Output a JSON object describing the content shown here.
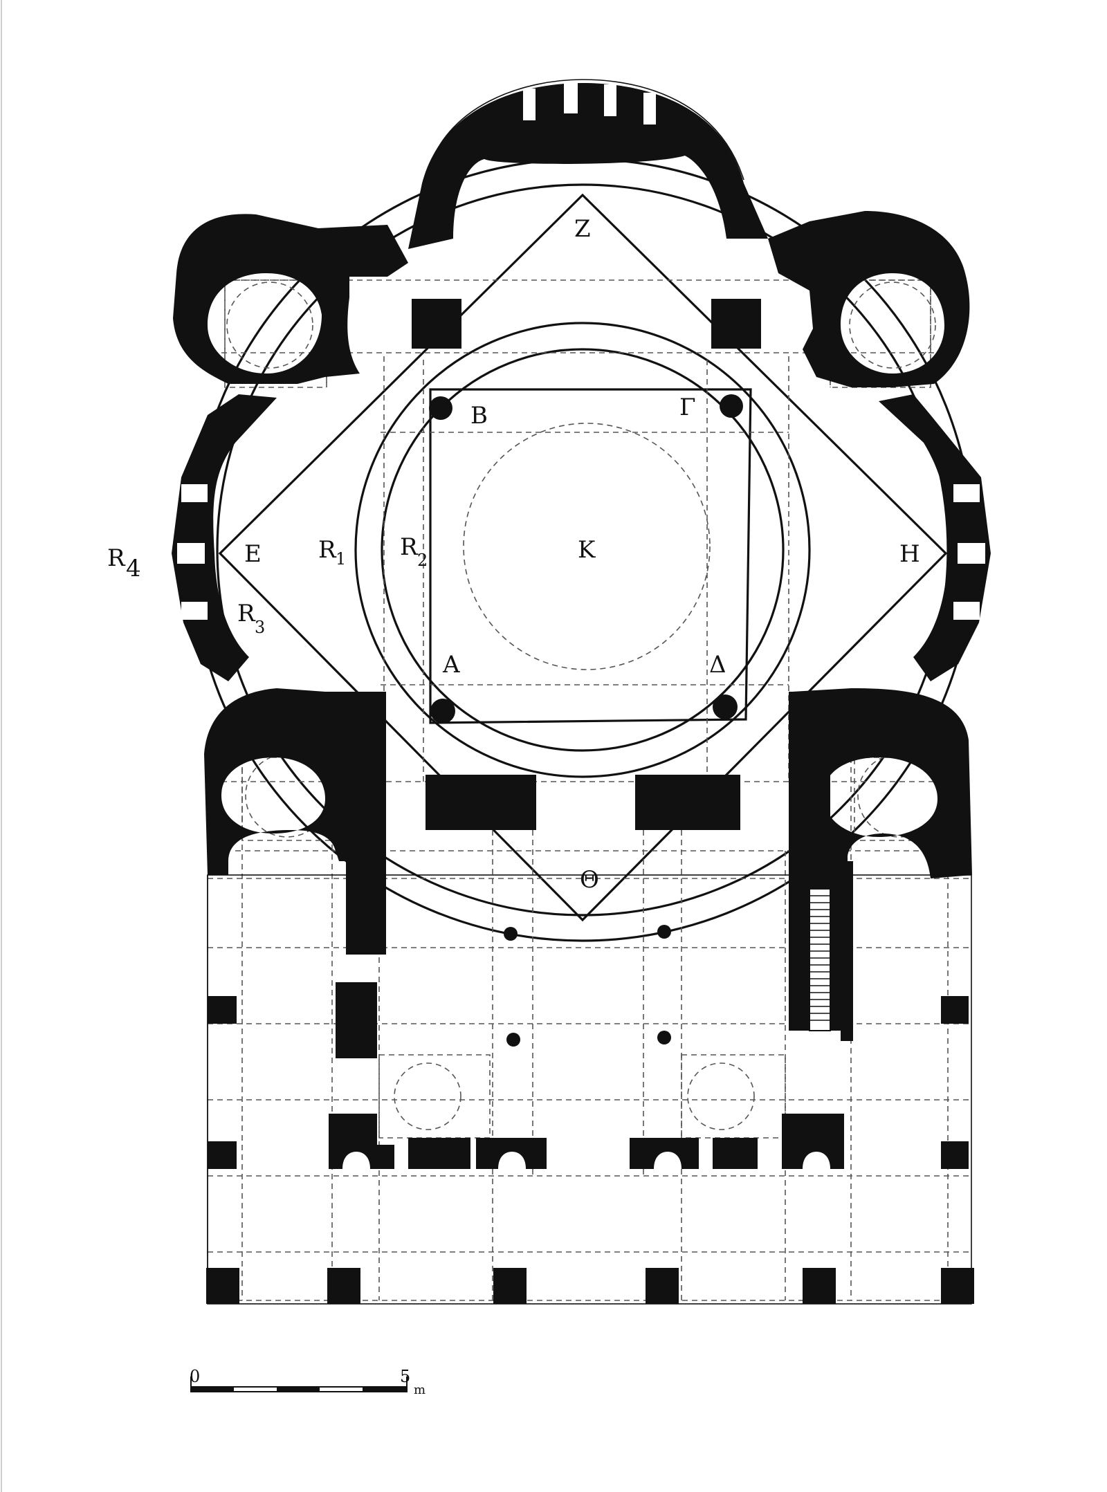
{
  "labels": {
    "Z": "Z",
    "B": "B",
    "G": "Γ",
    "E": "E",
    "R1_main": "R",
    "R1_sub": "1",
    "R2_main": "R",
    "R2_sub": "2",
    "K": "K",
    "H": "H",
    "R4_main": "R",
    "R4_sub": "4",
    "R3_main": "R",
    "R3_sub": "3",
    "A": "A",
    "D": "Δ",
    "Th": "Θ"
  },
  "scale": {
    "start": "0",
    "end": "5",
    "unit": "m"
  },
  "colors": {
    "ink": "#111111",
    "background": "#ffffff",
    "dash": "#555555"
  }
}
